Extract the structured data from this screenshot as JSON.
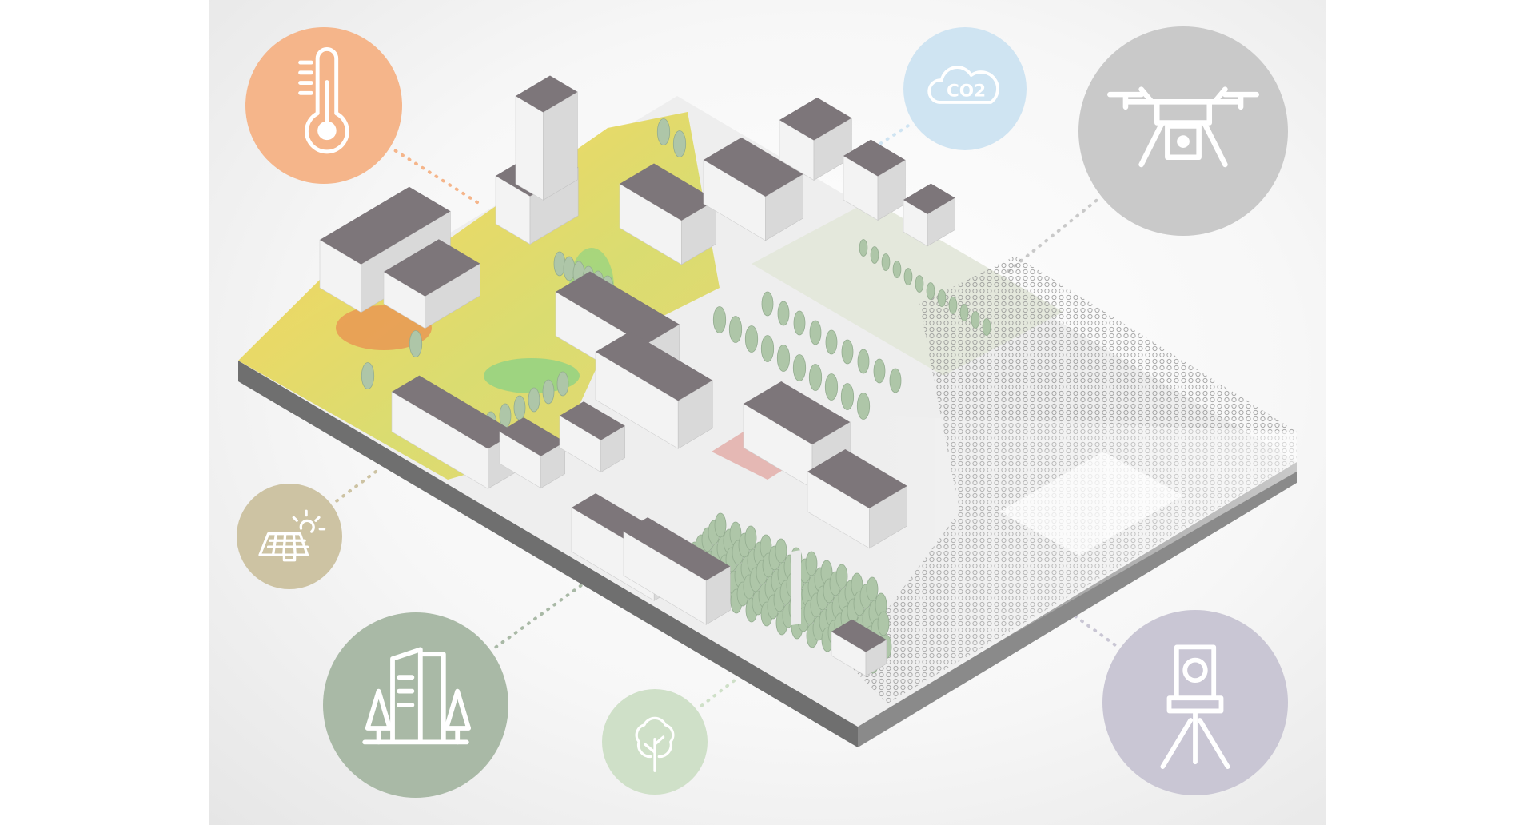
{
  "illustration": {
    "scene": "isometric-city-block",
    "colors": {
      "slab_side": "#6f6f6f",
      "roof": "#7d767a",
      "wall_light": "#f3f3f3",
      "wall_shade": "#d9d9d9",
      "heat_yellow": "#e9d65a",
      "heat_orange": "#eaa25a",
      "heat_green": "#74cf8a",
      "tree": "#aec6a8",
      "point_cloud": "#8e8e8e",
      "connector": "#b9b9b9"
    }
  },
  "icons": [
    {
      "id": "temperature",
      "icon": "thermometer-icon",
      "color": "#f5b58a"
    },
    {
      "id": "air-quality",
      "icon": "co2-cloud-icon",
      "color": "#cfe4f2",
      "label": "CO2"
    },
    {
      "id": "drone-survey",
      "icon": "drone-camera-icon",
      "color": "#c9c9c9"
    },
    {
      "id": "solar",
      "icon": "solar-panel-icon",
      "color": "#cdc3a3"
    },
    {
      "id": "buildings",
      "icon": "buildings-trees-icon",
      "color": "#a9b9a6"
    },
    {
      "id": "vegetation",
      "icon": "tree-icon",
      "color": "#cfe0c8"
    },
    {
      "id": "terrestrial-scan",
      "icon": "laser-scanner-tripod-icon",
      "color": "#c9c6d4"
    }
  ]
}
